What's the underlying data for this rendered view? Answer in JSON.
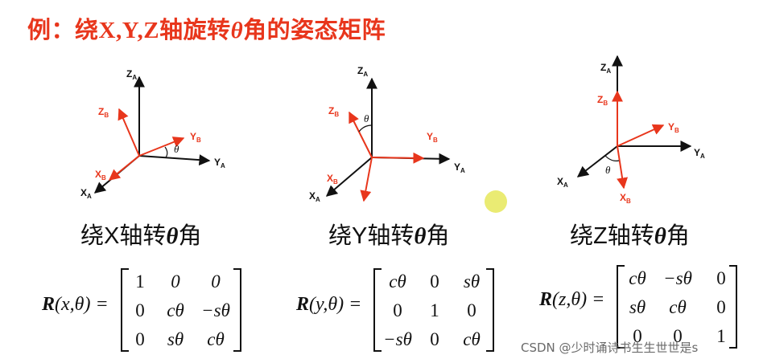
{
  "title": {
    "prefix": "例：绕",
    "axes": "X,Y,Z",
    "mid": "轴旋转",
    "theta": "θ",
    "suffix": "角的姿态矩阵"
  },
  "colors": {
    "title": "#e8361c",
    "frame_a": "#111111",
    "frame_b": "#e8361c",
    "highlight": "#e6e85a"
  },
  "panels": [
    {
      "caption": {
        "prefix": "绕",
        "axis": "X",
        "mid": "轴转",
        "theta": "θ",
        "suffix": "角"
      },
      "labels": {
        "za": "Z",
        "za_sub": "A",
        "ya": "Y",
        "ya_sub": "A",
        "xa": "X",
        "xa_sub": "A",
        "zb": "Z",
        "zb_sub": "B",
        "yb": "Y",
        "yb_sub": "B",
        "xb": "X",
        "xb_sub": "B",
        "theta": "θ"
      }
    },
    {
      "caption": {
        "prefix": "绕",
        "axis": "Y",
        "mid": "轴转",
        "theta": "θ",
        "suffix": "角"
      },
      "labels": {
        "za": "Z",
        "za_sub": "A",
        "ya": "Y",
        "ya_sub": "A",
        "xa": "X",
        "xa_sub": "A",
        "zb": "Z",
        "zb_sub": "B",
        "yb": "Y",
        "yb_sub": "B",
        "xb": "X",
        "xb_sub": "B",
        "theta": "θ"
      }
    },
    {
      "caption": {
        "prefix": "绕",
        "axis": "Z",
        "mid": "轴转",
        "theta": "θ",
        "suffix": "角"
      },
      "labels": {
        "za": "Z",
        "za_sub": "A",
        "ya": "Y",
        "ya_sub": "A",
        "xa": "X",
        "xa_sub": "A",
        "zb": "Z",
        "zb_sub": "B",
        "yb": "Y",
        "yb_sub": "B",
        "xb": "X",
        "xb_sub": "B",
        "theta": "θ"
      }
    }
  ],
  "formulas": [
    {
      "lhs_R": "R",
      "lhs_args": "(x,θ) =",
      "rows": [
        [
          "1",
          "0",
          "0"
        ],
        [
          "0",
          "cθ",
          "−sθ"
        ],
        [
          "0",
          "sθ",
          "cθ"
        ]
      ]
    },
    {
      "lhs_R": "R",
      "lhs_args": "(y,θ) =",
      "rows": [
        [
          "cθ",
          "0",
          "sθ"
        ],
        [
          "0",
          "1",
          "0"
        ],
        [
          "−sθ",
          "0",
          "cθ"
        ]
      ]
    },
    {
      "lhs_R": "R",
      "lhs_args": "(z,θ) =",
      "rows": [
        [
          "cθ",
          "−sθ",
          "0"
        ],
        [
          "sθ",
          "cθ",
          "0"
        ],
        [
          "0",
          "0",
          "1"
        ]
      ]
    }
  ],
  "watermark": "CSDN @少时诵诗书生生世世是s"
}
